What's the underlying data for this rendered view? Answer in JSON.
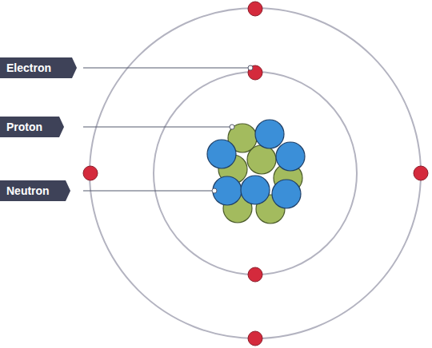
{
  "diagram": {
    "nodes": [
      {
        "text": [
          "Electron"
        ]
      },
      {
        "text": [
          "Proton"
        ]
      },
      {
        "text": [
          "Neutron"
        ]
      }
    ]
  }
}
